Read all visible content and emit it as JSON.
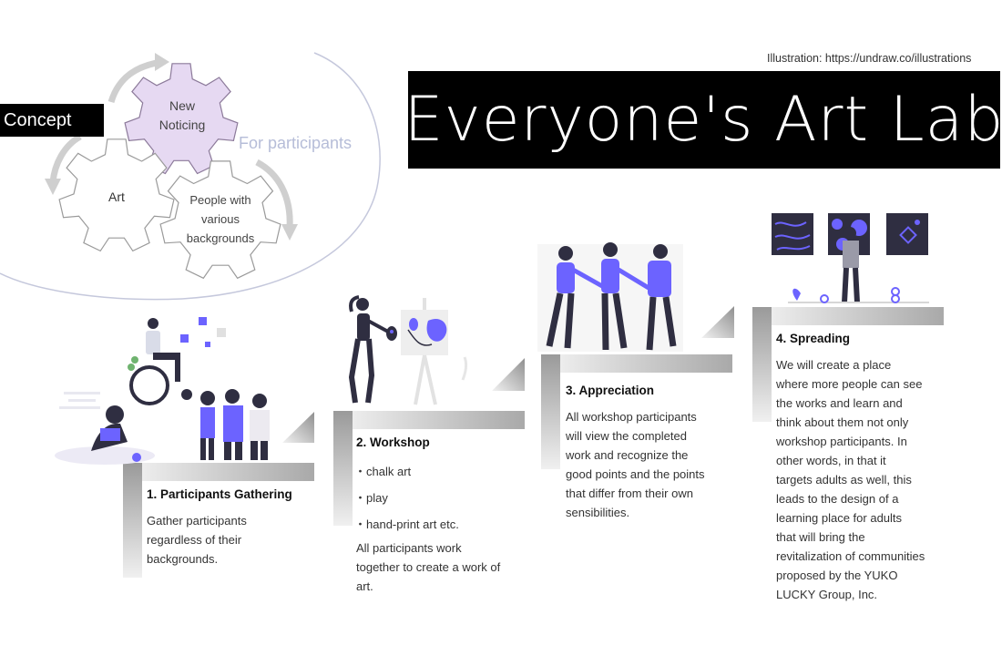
{
  "credit": "Illustration: https://undraw.co/illustrations",
  "title": "Everyone's Art Lab",
  "concept": {
    "label": "Concept",
    "for_participants": "For participants",
    "gears": [
      "New Noticing",
      "Art",
      "People with various backgrounds"
    ]
  },
  "steps": [
    {
      "title": "1. Participants Gathering",
      "lines": [
        "Gather participants",
        "regardless of their",
        "backgrounds."
      ]
    },
    {
      "title": "2. Workshop",
      "items": [
        "・chalk art",
        "・play",
        "・hand-print art  etc."
      ],
      "lines": [
        "All participants work",
        "together to create a work of",
        "art."
      ]
    },
    {
      "title": "3. Appreciation",
      "lines": [
        "All workshop participants",
        "will view the completed",
        "work and recognize the",
        "good points and the points",
        "that differ from their own",
        "sensibilities."
      ]
    },
    {
      "title": "4. Spreading",
      "lines": [
        "We will create a place",
        "where more people can see",
        "the works and learn and",
        "think about them not only",
        "workshop participants. In",
        "other words, in that it",
        "targets adults as well, this",
        "leads to the design of a",
        "learning place for adults",
        "that will bring the",
        "revitalization of communities",
        "proposed by the YUKO",
        "LUCKY Group, Inc."
      ]
    }
  ],
  "colors": {
    "accent": "#6c63ff",
    "gear_highlight": "#e6d9f2",
    "dark": "#2f2e41"
  }
}
